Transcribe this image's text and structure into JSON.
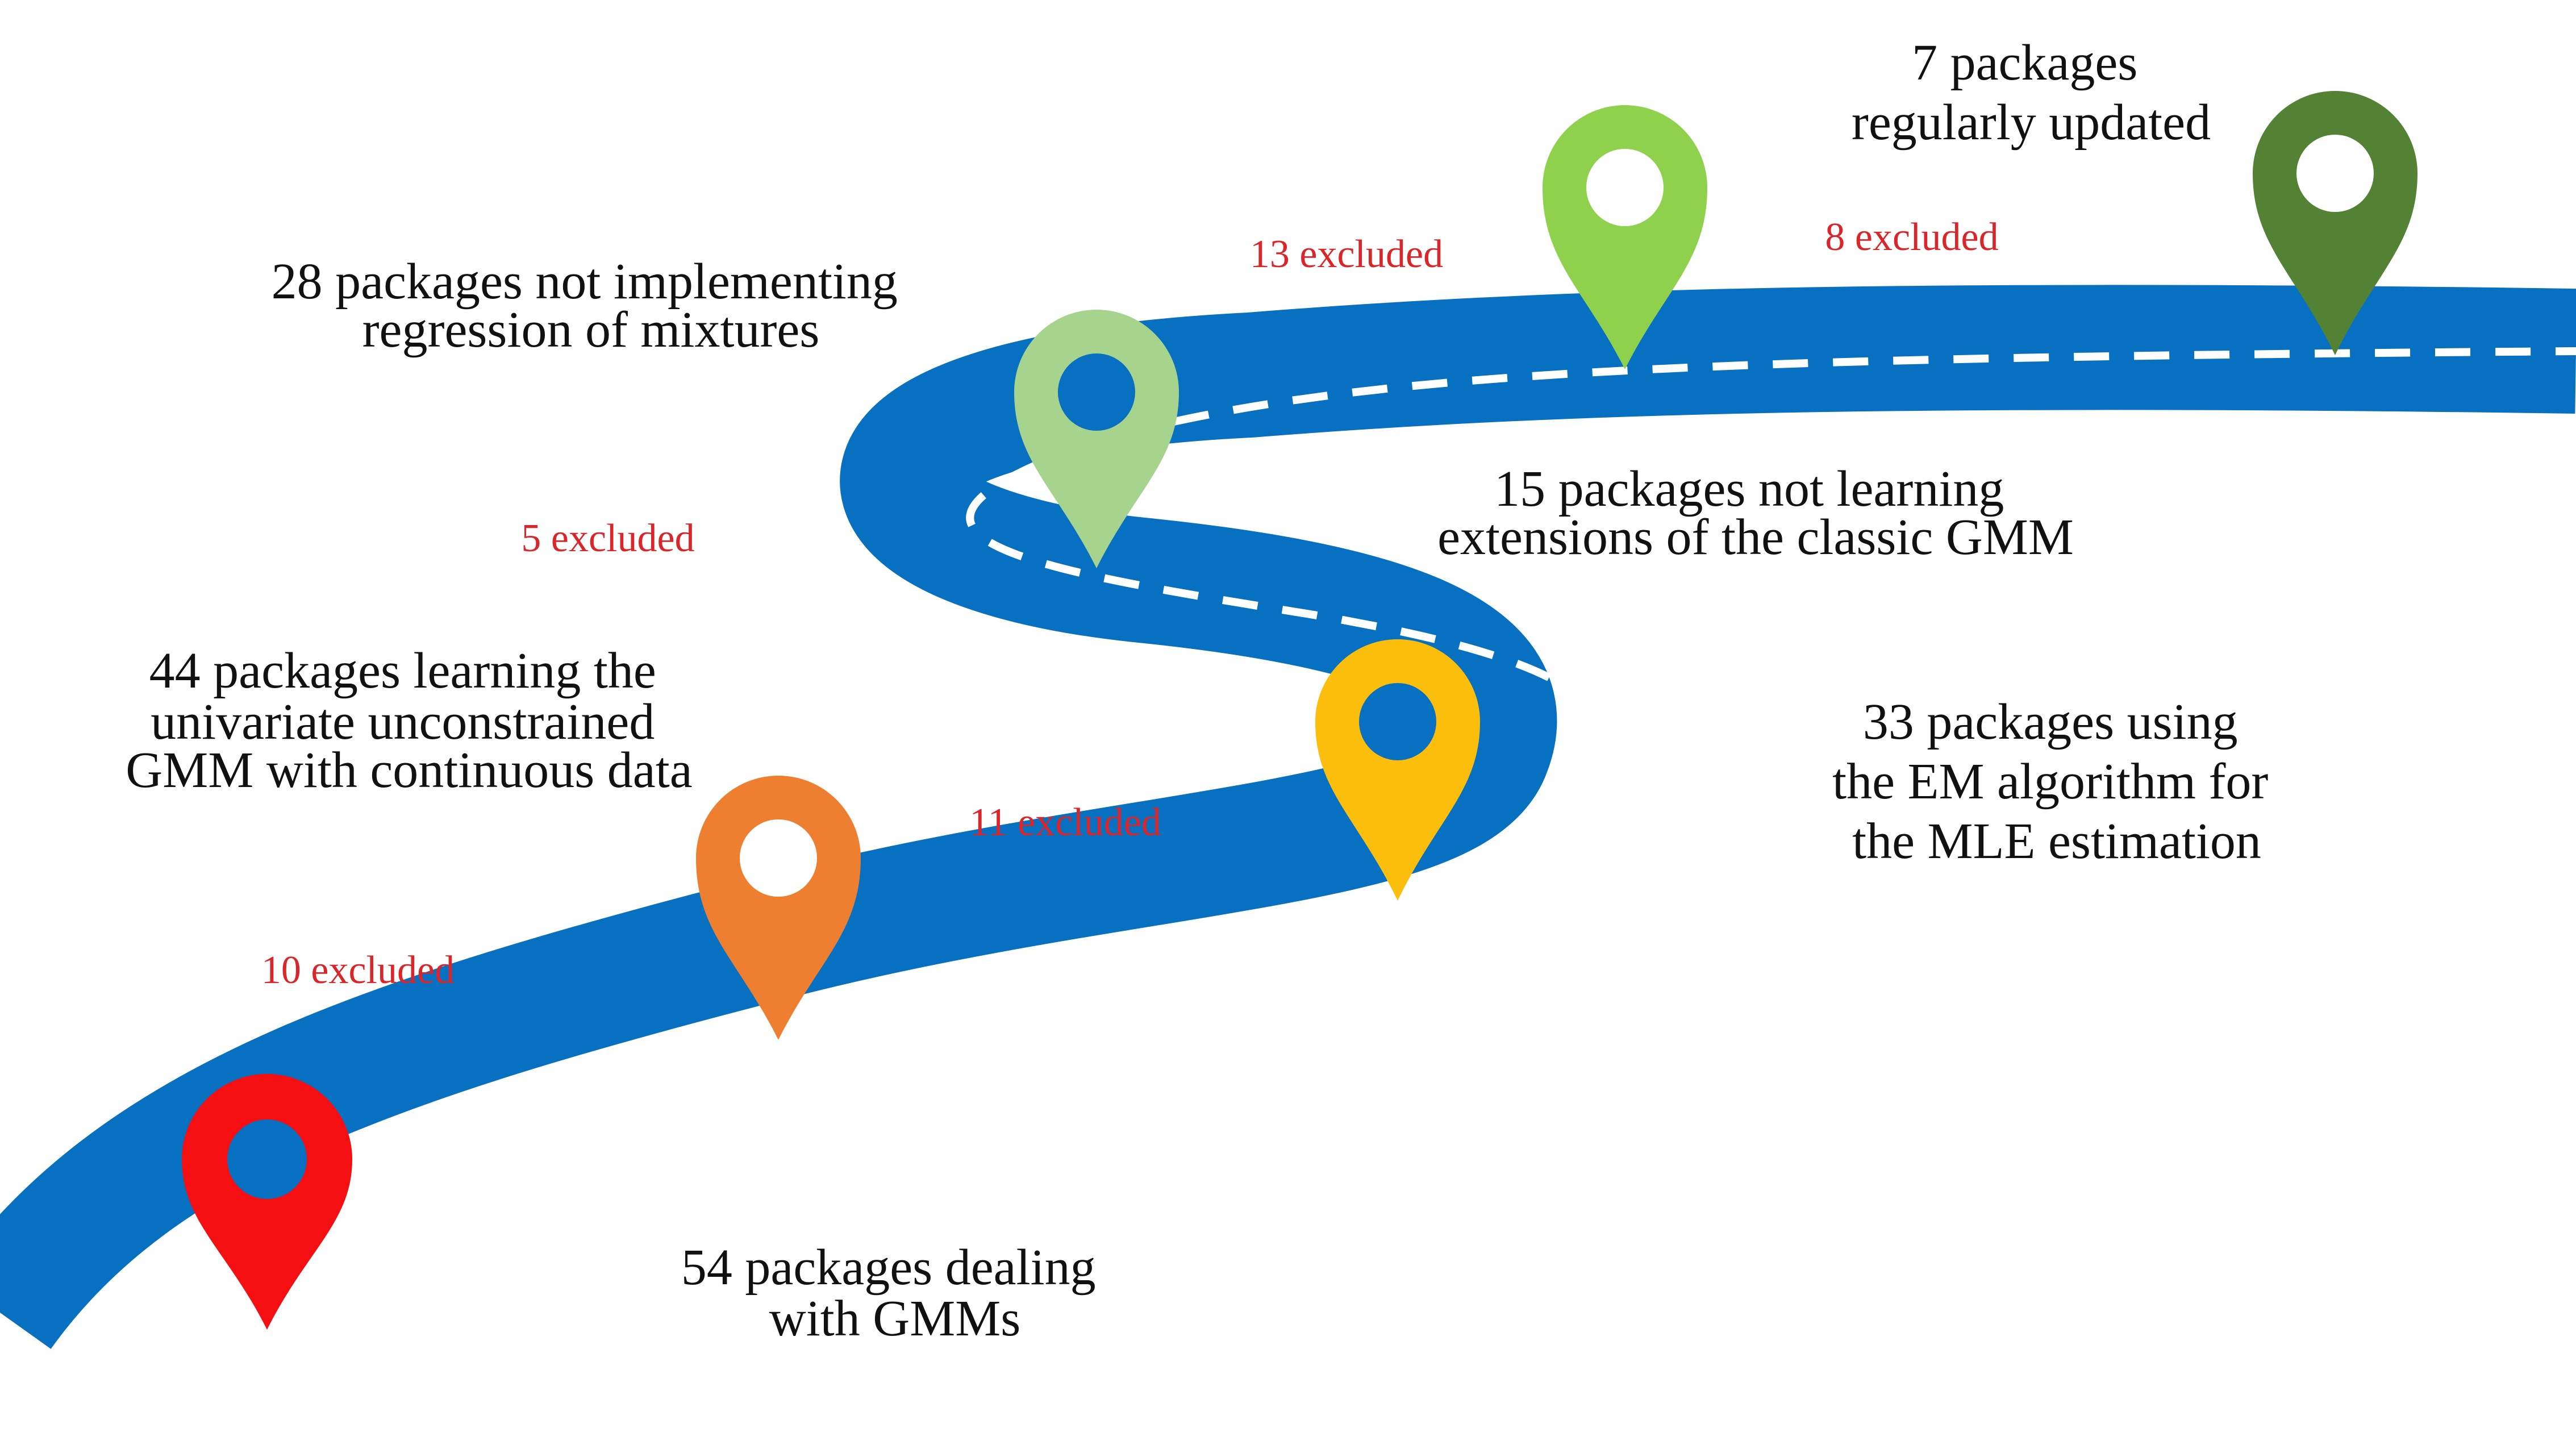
{
  "colors": {
    "road": "#0870c0",
    "dash": "#ffffff",
    "text": "#111111",
    "excluded": "#d9262a"
  },
  "stages": [
    {
      "label_lines": [
        "54 packages dealing",
        "with GMMs"
      ],
      "pin_color": "#f40f12"
    },
    {
      "label_lines": [
        "44 packages learning the",
        "univariate unconstrained",
        "GMM with continuous data"
      ],
      "pin_color": "#ee7f31"
    },
    {
      "label_lines": [
        "33 packages using",
        "the EM algorithm for",
        "the MLE estimation"
      ],
      "pin_color": "#fcbe0c"
    },
    {
      "label_lines": [
        "28 packages not implementing",
        "regression of mixtures"
      ],
      "pin_color": "#a6d38e"
    },
    {
      "label_lines": [
        "15 packages not learning",
        "extensions of the classic GMM"
      ],
      "pin_color": "#8fd04d"
    },
    {
      "label_lines": [
        "7 packages",
        "regularly updated"
      ],
      "pin_color": "#548235"
    }
  ],
  "exclusions": [
    "10 excluded",
    "11 excluded",
    "5 excluded",
    "13 excluded",
    "8 excluded"
  ]
}
